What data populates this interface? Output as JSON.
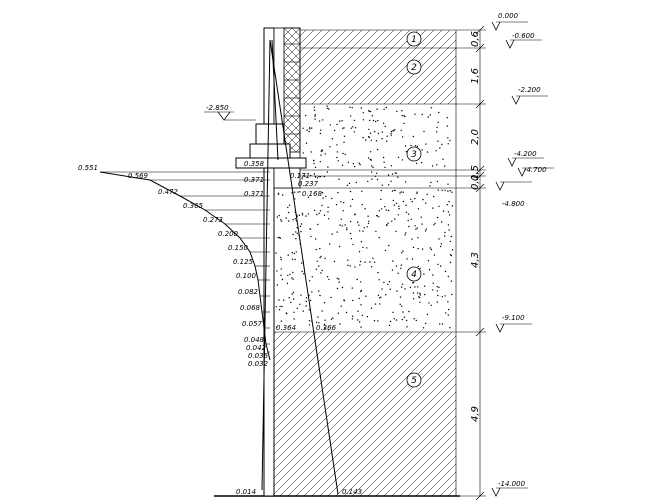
{
  "layers": [
    {
      "id": "1",
      "thickness": "0,6"
    },
    {
      "id": "2",
      "thickness": "1,6"
    },
    {
      "id": "3",
      "thickness": "2,0"
    },
    {
      "id": "4",
      "thickness": "4,3"
    },
    {
      "id": "5",
      "thickness": "4,9"
    }
  ],
  "extra_thicknesses": [
    "0,5",
    "0,1"
  ],
  "elevations": [
    "0.000",
    "-0.600",
    "-2.200",
    "-4.200",
    "-4.700",
    "-4.800",
    "-9.100",
    "-14.000"
  ],
  "anchor_elevation": "-2.850",
  "active_pressure_left": [
    "0.551",
    "0.569",
    "0.472",
    "0.365",
    "0.273",
    "0.200",
    "0.150",
    "0.125",
    "0.100",
    "0.082",
    "0.068",
    "0.057",
    "0.048",
    "0.042",
    "0.036",
    "0.032"
  ],
  "top_labels": [
    "0.358",
    "0.371",
    "0.171",
    "0.371",
    "0.237",
    "0.168"
  ],
  "layer4_bottom_labels": [
    "0.364",
    "0.366"
  ],
  "bottom_labels": [
    "0.014",
    "0.143"
  ],
  "colors": {
    "line": "#000000",
    "background": "#ffffff"
  }
}
